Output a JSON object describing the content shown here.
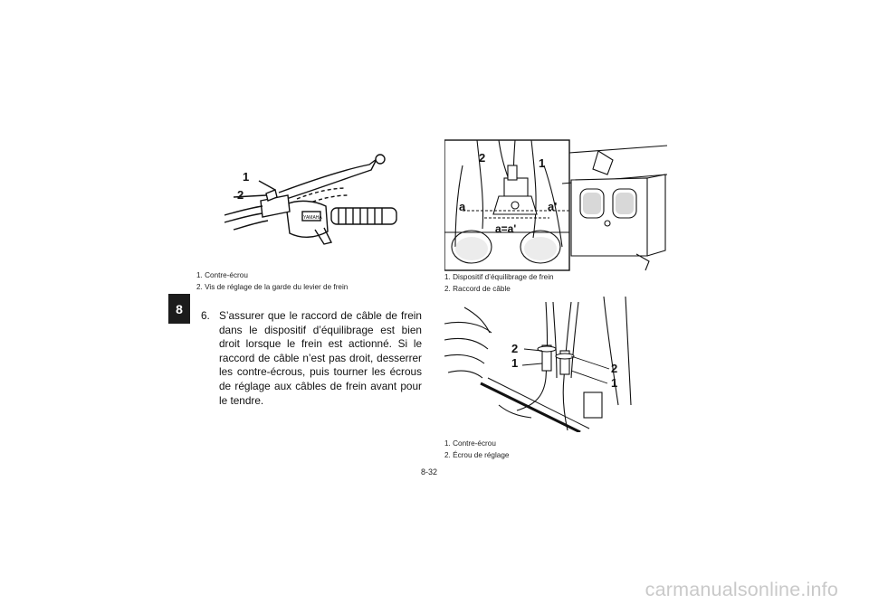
{
  "section_tab": "8",
  "figure1": {
    "callouts": [
      "1",
      "2"
    ],
    "brand_text": "YAMAHA",
    "captions": [
      "1.  Contre-écrou",
      "2.  Vis de réglage de la garde du levier de frein"
    ]
  },
  "step": {
    "number": "6.",
    "text": "S’assurer que le raccord de câble de frein dans le dispositif d’équilibrage est bien droit lorsque le frein est actionné. Si le raccord de câble n’est pas droit, desserrer les contre-écrous, puis tourner les écrous de réglage aux câbles de frein avant pour le tendre."
  },
  "figure2": {
    "callouts": [
      "2",
      "1",
      "a",
      "a'",
      "a=a'"
    ],
    "captions": [
      "1.  Dispositif d’équilibrage de frein",
      "2.  Raccord de câble"
    ]
  },
  "figure3": {
    "callouts": [
      "2",
      "1",
      "2",
      "1"
    ],
    "captions": [
      "1.  Contre-écrou",
      "2.  Écrou de réglage"
    ]
  },
  "page_number": "8-32",
  "watermark": "carmanualsonline.info"
}
